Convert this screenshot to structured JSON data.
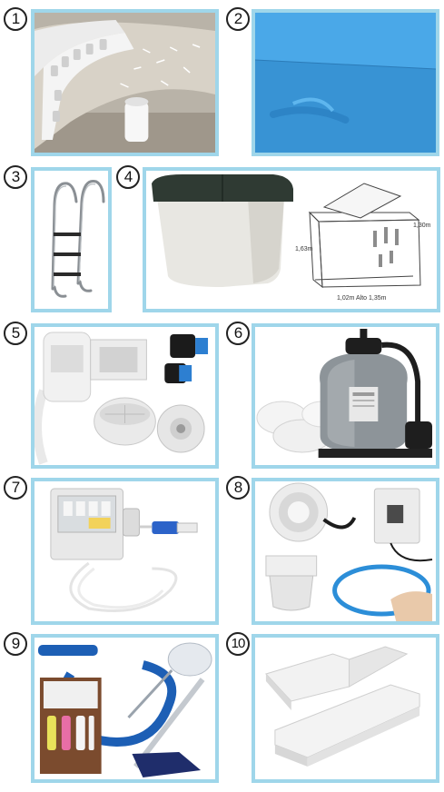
{
  "items": [
    {
      "number": "1",
      "icon": "polystyrene-wall-blocks-icon"
    },
    {
      "number": "2",
      "icon": "blue-pool-liner-icon"
    },
    {
      "number": "3",
      "icon": "pool-ladder-icon"
    },
    {
      "number": "4",
      "icon": "filter-housing-box-icon",
      "dimensions": {
        "width": "1,63m",
        "height": "1,30m",
        "depth": "1,02m Alto 1,35m"
      }
    },
    {
      "number": "5",
      "icon": "skimmer-kit-icon"
    },
    {
      "number": "6",
      "icon": "sand-filter-pump-icon"
    },
    {
      "number": "7",
      "icon": "electrical-control-box-icon"
    },
    {
      "number": "8",
      "icon": "pool-light-kit-icon"
    },
    {
      "number": "9",
      "icon": "cleaning-kit-icon"
    },
    {
      "number": "10",
      "icon": "coping-stones-icon"
    }
  ],
  "colors": {
    "frame": "#9fd6ea",
    "pool_blue": "#3f9fe0",
    "white_parts": "#f2f2f2",
    "dark_green": "#2f3a33",
    "gray_filter": "#8d9499"
  }
}
